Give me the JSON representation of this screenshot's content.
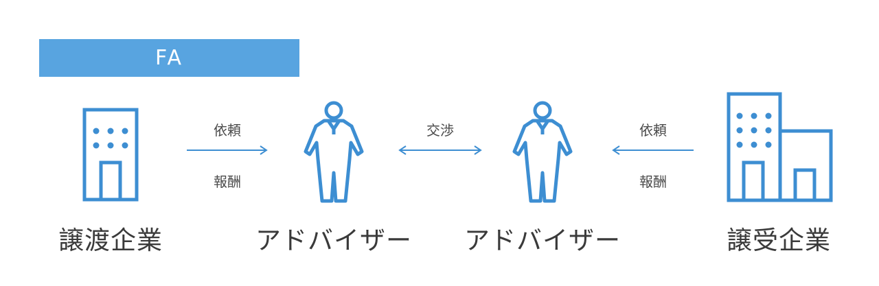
{
  "colors": {
    "accent": "#58a4e0",
    "icon": "#3d8ed2",
    "arrow": "#3d8ed2",
    "text": "#3a3a3a"
  },
  "banner": {
    "label": "FA"
  },
  "entities": {
    "seller": {
      "label": "譲渡企業",
      "icon": "building-icon"
    },
    "seller_advisor": {
      "label": "アドバイザー",
      "icon": "person-icon"
    },
    "buyer_advisor": {
      "label": "アドバイザー",
      "icon": "person-icon"
    },
    "buyer": {
      "label": "譲受企業",
      "icon": "buildings-icon"
    }
  },
  "relations": {
    "left": {
      "top": "依頼",
      "bottom": "報酬",
      "direction": "right"
    },
    "middle": {
      "top": "交渉",
      "direction": "both"
    },
    "right": {
      "top": "依頼",
      "bottom": "報酬",
      "direction": "left"
    }
  }
}
